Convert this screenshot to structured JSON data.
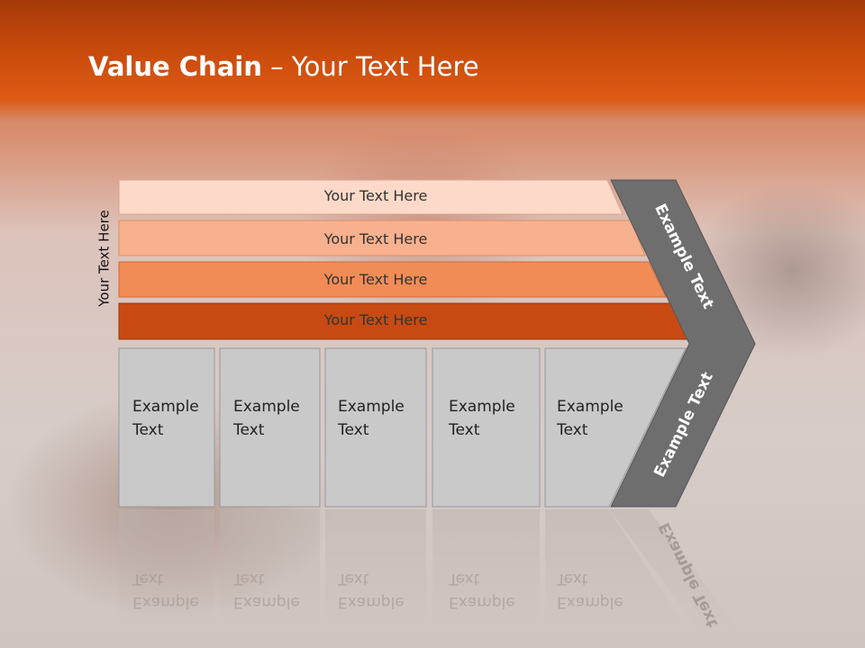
{
  "slide": {
    "title_bold": "Value Chain",
    "title_rest": " – Your Text Here",
    "vertical_label": "Your Text Here"
  },
  "bars": [
    {
      "label": "Your Text Here",
      "color": "#fcd9c8"
    },
    {
      "label": "Your Text Here",
      "color": "#f8b18e"
    },
    {
      "label": "Your Text Here",
      "color": "#f28c57"
    },
    {
      "label": "Your Text Here",
      "color": "#c84a12"
    }
  ],
  "boxes": [
    {
      "line1": "Example",
      "line2": "Text"
    },
    {
      "line1": "Example",
      "line2": "Text"
    },
    {
      "line1": "Example",
      "line2": "Text"
    },
    {
      "line1": "Example",
      "line2": "Text"
    },
    {
      "line1": "Example",
      "line2": "Text"
    }
  ],
  "chevron": {
    "upper_label": "Example Text",
    "lower_label": "Example Text",
    "color": "#6e6e6e"
  },
  "colors": {
    "header": "#c84a0c",
    "box_fill": "#c9c9c9"
  }
}
